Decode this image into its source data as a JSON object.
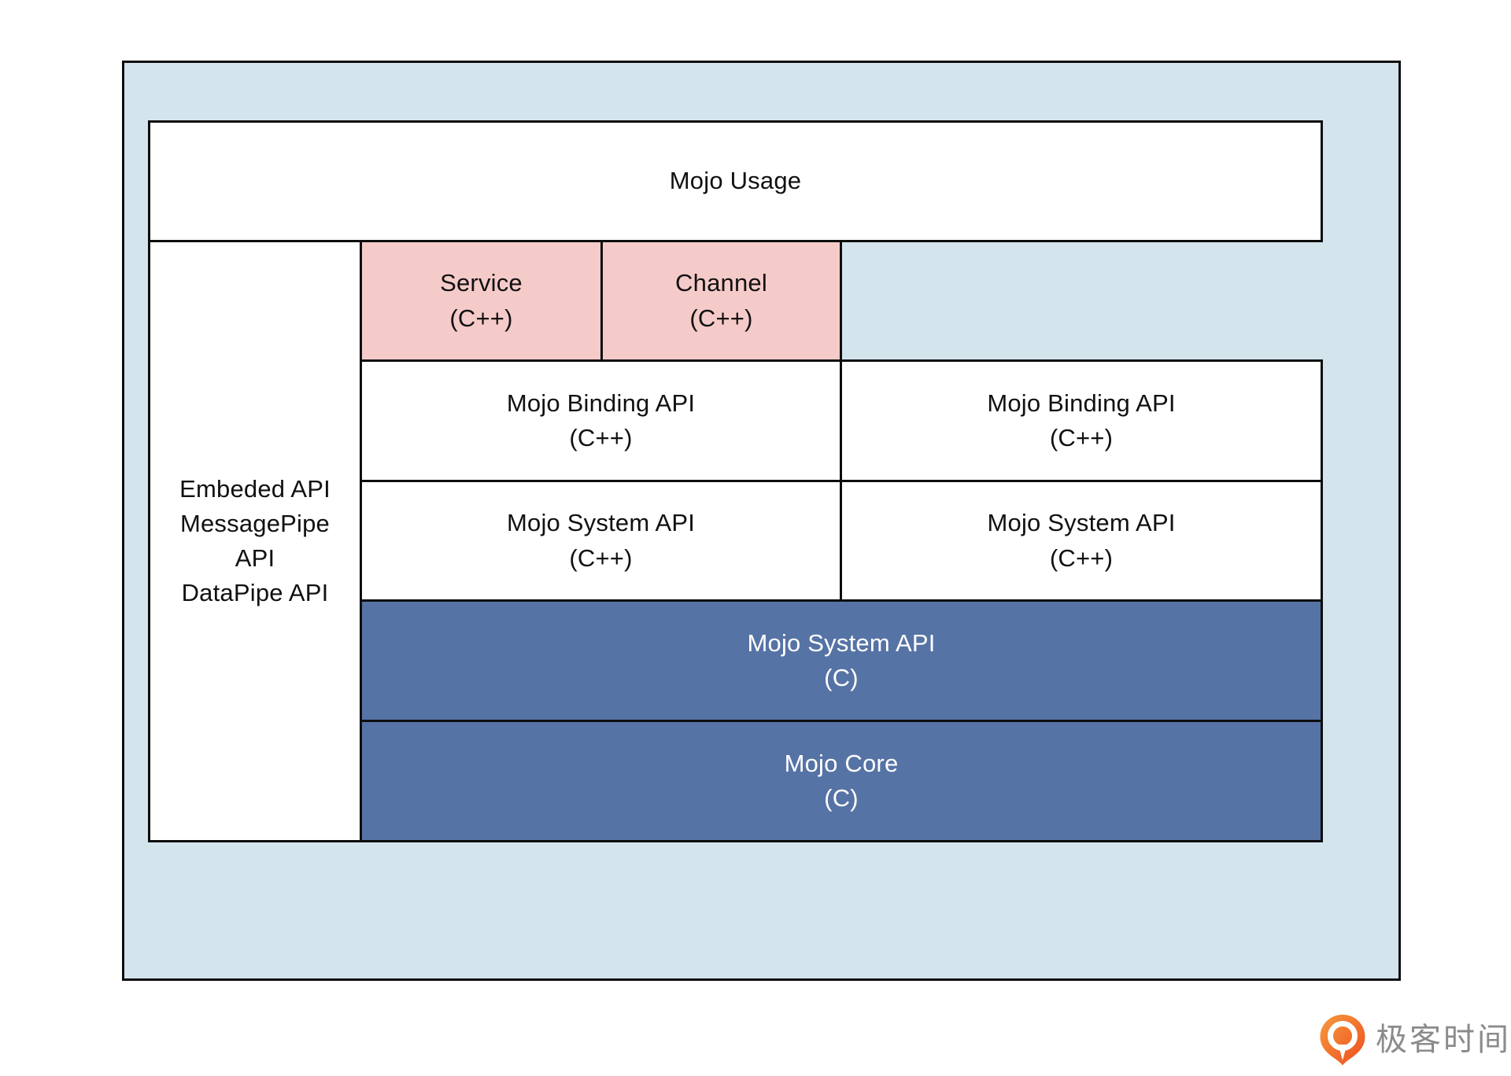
{
  "colors": {
    "canvas-bg": "#ffffff",
    "panel-bg": "#d3e4ed",
    "pink": "#f5cbca",
    "blue": "#5673a5",
    "box-bg": "#ffffff",
    "border": "#0d0d0d",
    "text-dark": "#111111",
    "text-light": "#ffffff",
    "logo-orange-1": "#f79a3e",
    "logo-orange-2": "#ec4e1e",
    "logo-text": "#8b8b8b"
  },
  "diagram": {
    "usage_box": "Mojo Usage",
    "left_column": "Embeded API\nMessagePipe\nAPI\nDataPipe API",
    "service_box": "Service\n(C++)",
    "channel_box": "Channel\n(C++)",
    "binding_left": "Mojo Binding API\n(C++)",
    "binding_right": "Mojo Binding API\n(C++)",
    "system_left": "Mojo System API\n(C++)",
    "system_right": "Mojo System API\n(C++)",
    "system_c": "Mojo System API\n(C)",
    "core": "Mojo Core\n(C)"
  },
  "footer": {
    "brand": "极客时间"
  }
}
